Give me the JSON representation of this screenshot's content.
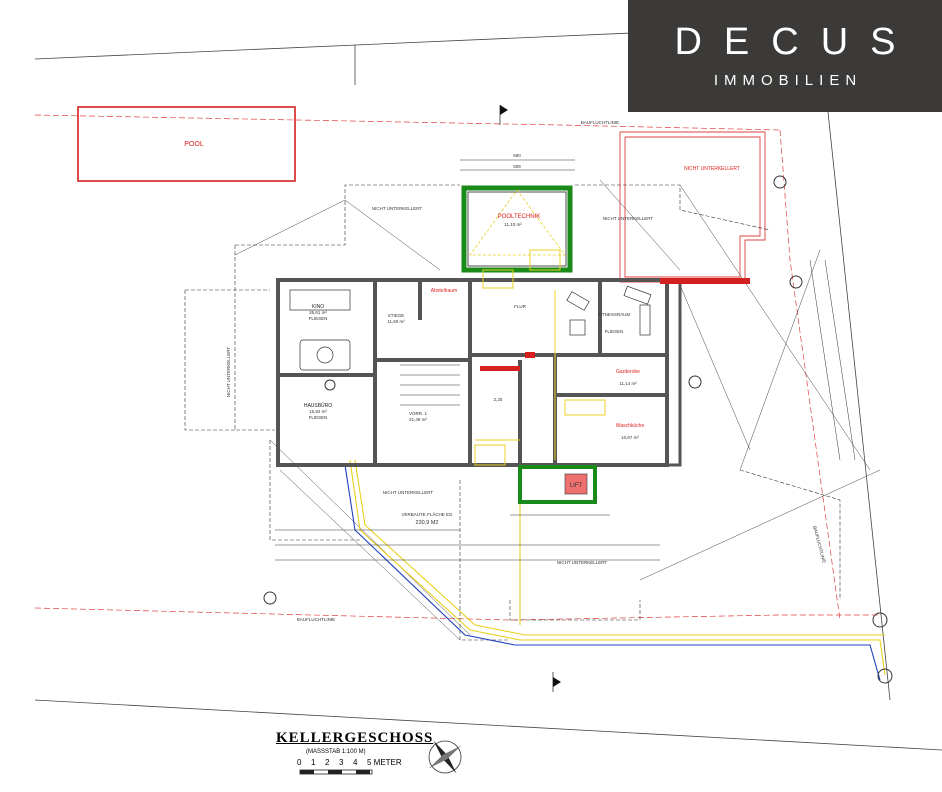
{
  "logo": {
    "brand": "DECUS",
    "tagline": "IMMOBILIEN"
  },
  "plan": {
    "title": "KELLERGESCHOSS",
    "scale_note": "(MASSSTAB 1:100 M)",
    "scale_units": [
      "0",
      "1",
      "2",
      "3",
      "4",
      "5 METER"
    ],
    "colors": {
      "wall": "#555555",
      "pool_red": "#d42020",
      "green_room": "#1a8a1a",
      "yellow_lines": "#e8d020",
      "blue_line": "#2040c0",
      "lift_fill": "#f07070"
    },
    "rooms": {
      "pool": "POOL",
      "pooltechnik": "POOLTECHNIK",
      "pooltechnik_area": "11,10 m²",
      "kino": "KINO",
      "kino_area": "26,61 m²",
      "kino_floor": "FLIESEN",
      "hausbuero": "HAUSBÜRO",
      "hausbuero_area": "16,92 m²",
      "hausbuero_floor": "FLIESEN",
      "fitnessraum": "FITNESSRAUM",
      "fitnessraum_floor": "FLIESEN",
      "abstellraum": "Abstellraum",
      "stiege": "STIEGE",
      "stiege_area": "11,60 m²",
      "vorraum": "VORR. 1",
      "vorraum_area": "21,49 m²",
      "flur": "FLUR",
      "garderobe": "Garderobe",
      "garderobe_area": "11,14 m²",
      "waschkueche": "Waschküche",
      "waschkueche_area": "10,67 m²",
      "lift": "LIFT"
    },
    "annotations": {
      "baufluchtlinie_top": "BAUFLUCHTLINIE",
      "baufluchtlinie_bottom": "BAUFLUCHTLINIE",
      "baufluchtlinie_right": "BAUFLUCHTLINIE",
      "nicht_unterkellert_left": "NICHT UNTERKELLERT",
      "nicht_unterkellert_top": "NICHT UNTERKELLERT",
      "nicht_unterkellert_right": "NICHT UNTERKELLERT",
      "nicht_unterkellert_bottom": "NICHT UNTERKELLERT",
      "nicht_unterkellert_pool": "NICHT UNTERKELLERT",
      "nicht_unterkellert_lower": "NICHT UNTERKELLERT",
      "verbaute_flaeche": "VERBAUTE FLÄCHE EG",
      "verbaute_flaeche_value": "230,9 M2",
      "dim_590": "590",
      "dim_509": "509",
      "dim_2_25": "2,25"
    }
  }
}
